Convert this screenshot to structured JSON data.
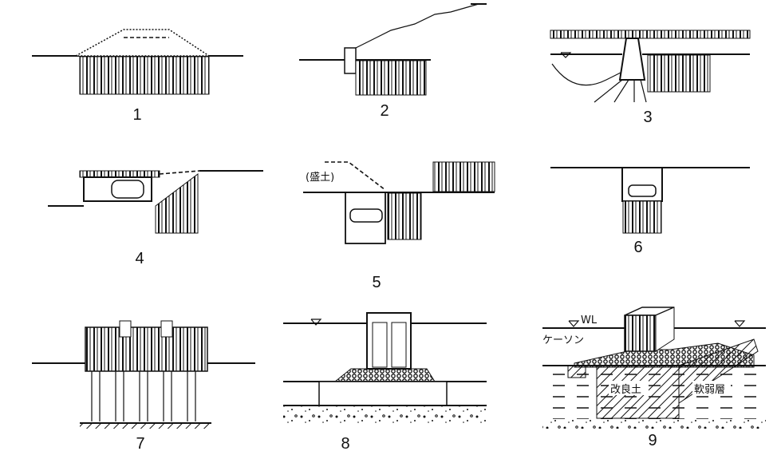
{
  "panels": [
    {
      "label": "1"
    },
    {
      "label": "2"
    },
    {
      "label": "3"
    },
    {
      "label": "4"
    },
    {
      "label": "5",
      "annotation": "(盛土)"
    },
    {
      "label": "6"
    },
    {
      "label": "7"
    },
    {
      "label": "8"
    },
    {
      "label": "9",
      "annotations": {
        "water_level": "WL",
        "caisson": "ケーソン",
        "improved_soil": "改良土",
        "soft_layer": "軟弱層"
      }
    }
  ],
  "colors": {
    "ink": "#111111",
    "background": "#ffffff"
  }
}
